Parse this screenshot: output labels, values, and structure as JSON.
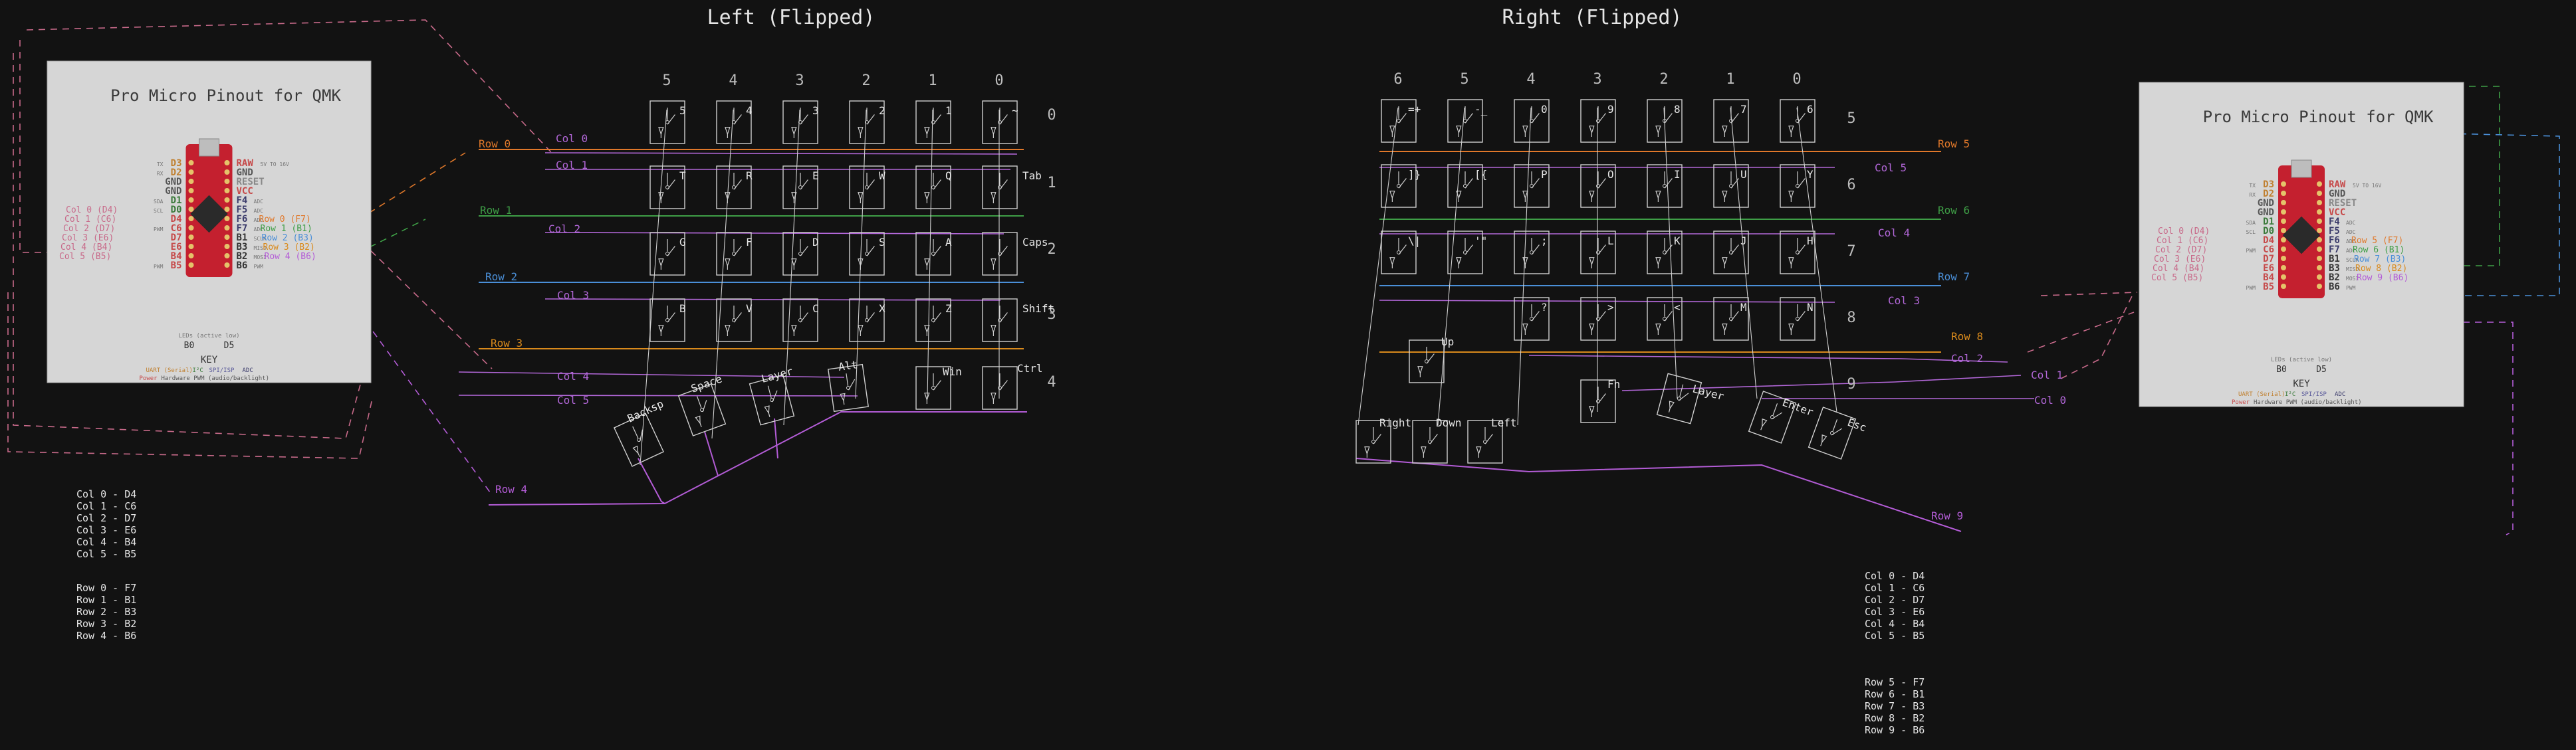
{
  "left": {
    "title": "Left (Flipped)",
    "col_headers": [
      "5",
      "4",
      "3",
      "2",
      "1",
      "0"
    ],
    "row_numbers": [
      "0",
      "1",
      "2",
      "3",
      "4"
    ],
    "key_rows": [
      [
        "5",
        "4",
        "3",
        "2",
        "1",
        "~"
      ],
      [
        "T",
        "R",
        "E",
        "W",
        "Q",
        "Tab"
      ],
      [
        "G",
        "F",
        "D",
        "S",
        "A",
        "Caps"
      ],
      [
        "B",
        "V",
        "C",
        "X",
        "Z",
        "Shift"
      ]
    ],
    "bottom_keys": [
      "Win",
      "Ctrl"
    ],
    "thumb_keys": [
      "Backsp",
      "Space",
      "Layer",
      "Alt"
    ],
    "row_labels": [
      "Row 0",
      "Row 1",
      "Row 2",
      "Row 3",
      "Row 4"
    ],
    "col_labels": [
      "Col 0",
      "Col 1",
      "Col 2",
      "Col 3",
      "Col 4",
      "Col 5"
    ],
    "legend_cols": [
      "Col 0 - D4",
      "Col 1 - C6",
      "Col 2 - D7",
      "Col 3 - E6",
      "Col 4 - B4",
      "Col 5 - B5"
    ],
    "legend_rows": [
      "Row 0 - F7",
      "Row 1 - B1",
      "Row 2 - B3",
      "Row 3 - B2",
      "Row 4 - B6"
    ]
  },
  "right": {
    "title": "Right (Flipped)",
    "col_headers": [
      "6",
      "5",
      "4",
      "3",
      "2",
      "1",
      "0"
    ],
    "row_numbers": [
      "5",
      "6",
      "7",
      "8",
      "9"
    ],
    "key_rows": [
      [
        "=+",
        "-_",
        "0",
        "9",
        "8",
        "7",
        "6"
      ],
      [
        "]}",
        "[{",
        "P",
        "O",
        "I",
        "U",
        "Y"
      ],
      [
        "\\|",
        "'\"",
        ";",
        "L",
        "K",
        "J",
        "H"
      ],
      [
        "",
        "",
        "?",
        ">",
        "<",
        "M",
        "N"
      ]
    ],
    "thumb_keys": [
      "Up",
      "Fn",
      "Layer",
      "Enter",
      "Esc",
      "Right",
      "Down",
      "Left"
    ],
    "row_labels": [
      "Row 5",
      "Row 6",
      "Row 7",
      "Row 8",
      "Row 9"
    ],
    "col_labels": [
      "Col 5",
      "Col 4",
      "Col 3",
      "Col 2",
      "Col 1",
      "Col 0"
    ],
    "legend_cols": [
      "Col 0 - D4",
      "Col 1 - C6",
      "Col 2 - D7",
      "Col 3 - E6",
      "Col 4 - B4",
      "Col 5 - B5"
    ],
    "legend_rows": [
      "Row 5 - F7",
      "Row 6 - B1",
      "Row 7 - B3",
      "Row 8 - B2",
      "Row 9 - B6"
    ]
  },
  "pinout_left": {
    "title": "Pro Micro Pinout for QMK",
    "left_pins": [
      "D3",
      "D2",
      "GND",
      "GND",
      "D1",
      "D0",
      "D4",
      "C6",
      "D7",
      "E6",
      "B4",
      "B5"
    ],
    "left_pin_tags": [
      "TX",
      "RX",
      "",
      "",
      "SDA",
      "SCL",
      "",
      "PWM",
      "",
      "",
      "",
      "PWM"
    ],
    "right_pins": [
      "RAW",
      "GND",
      "RESET",
      "VCC",
      "F4",
      "F5",
      "F6",
      "F7",
      "B1",
      "B3",
      "B2",
      "B6"
    ],
    "right_pin_tags": [
      "5V TO 16V",
      "",
      "",
      "",
      "ADC",
      "ADC",
      "ADC",
      "ADC",
      "SCLK",
      "MISO",
      "MOSI",
      "PWM"
    ],
    "col_hints": [
      "Col 0 (D4)",
      "Col 1 (C6)",
      "Col 2 (D7)",
      "Col 3 (E6)",
      "Col 4 (B4)",
      "Col 5 (B5)"
    ],
    "row_hints": [
      "Row 0 (F7)",
      "Row 1 (B1)",
      "Row 2 (B3)",
      "Row 3 (B2)",
      "Row 4 (B6)"
    ],
    "leds_note": "LEDs (active low)",
    "led_pins": [
      "B0",
      "D5"
    ],
    "key_title": "KEY",
    "key_line1": [
      "UART (Serial)",
      "I²C",
      "SPI/ISP",
      "ADC"
    ],
    "key_line2": [
      "Power",
      "Hardware PWM (audio/backlight)"
    ]
  },
  "pinout_right": {
    "title": "Pro Micro Pinout for QMK",
    "left_pins": [
      "D3",
      "D2",
      "GND",
      "GND",
      "D1",
      "D0",
      "D4",
      "C6",
      "D7",
      "E6",
      "B4",
      "B5"
    ],
    "left_pin_tags": [
      "TX",
      "RX",
      "",
      "",
      "SDA",
      "SCL",
      "",
      "PWM",
      "",
      "",
      "",
      "PWM"
    ],
    "right_pins": [
      "RAW",
      "GND",
      "RESET",
      "VCC",
      "F4",
      "F5",
      "F6",
      "F7",
      "B1",
      "B3",
      "B2",
      "B6"
    ],
    "right_pin_tags": [
      "5V TO 16V",
      "",
      "",
      "",
      "ADC",
      "ADC",
      "ADC",
      "ADC",
      "SCLK",
      "MISO",
      "MOSI",
      "PWM"
    ],
    "col_hints": [
      "Col 0 (D4)",
      "Col 1 (C6)",
      "Col 2 (D7)",
      "Col 3 (E6)",
      "Col 4 (B4)",
      "Col 5 (B5)"
    ],
    "row_hints": [
      "Row 5 (F7)",
      "Row 6 (B1)",
      "Row 7 (B3)",
      "Row 8 (B2)",
      "Row 9 (B6)"
    ],
    "leds_note": "LEDs (active low)",
    "led_pins": [
      "B0",
      "D5"
    ],
    "key_title": "KEY",
    "key_line1": [
      "UART (Serial)",
      "I²C",
      "SPI/ISP",
      "ADC"
    ],
    "key_line2": [
      "Power",
      "Hardware PWM (audio/backlight)"
    ]
  },
  "colors": {
    "background": "#121212",
    "ink": "#e6e6e6",
    "row0": "#e0782a",
    "row1": "#3e9e46",
    "row2": "#4a8fd8",
    "row3": "#d98a1c",
    "row4": "#b35cd6",
    "col": "#b267d8",
    "wire_pink": "#c86a8a",
    "board_red": "#c4202f",
    "pin_red": "#d63d3d",
    "panel": "#d6d6d6"
  }
}
